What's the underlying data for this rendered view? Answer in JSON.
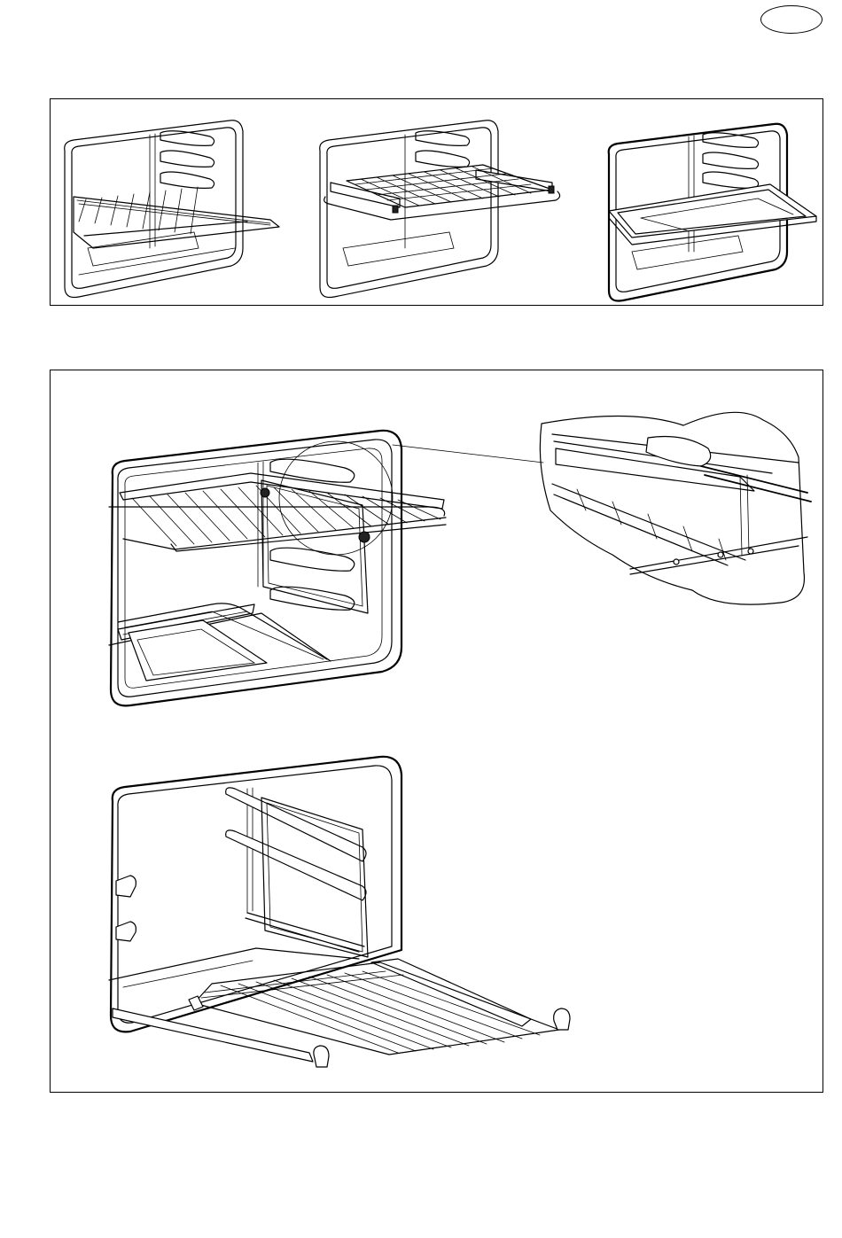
{
  "page": {
    "badge_label": ""
  },
  "figures": {
    "top_panel": [
      "oven-wire-shelf",
      "oven-telescopic-runner-shelf",
      "oven-baking-tray"
    ],
    "bottom_panel": [
      "oven-shelf-insertion-with-detail",
      "oven-telescopic-runners-extended"
    ]
  }
}
